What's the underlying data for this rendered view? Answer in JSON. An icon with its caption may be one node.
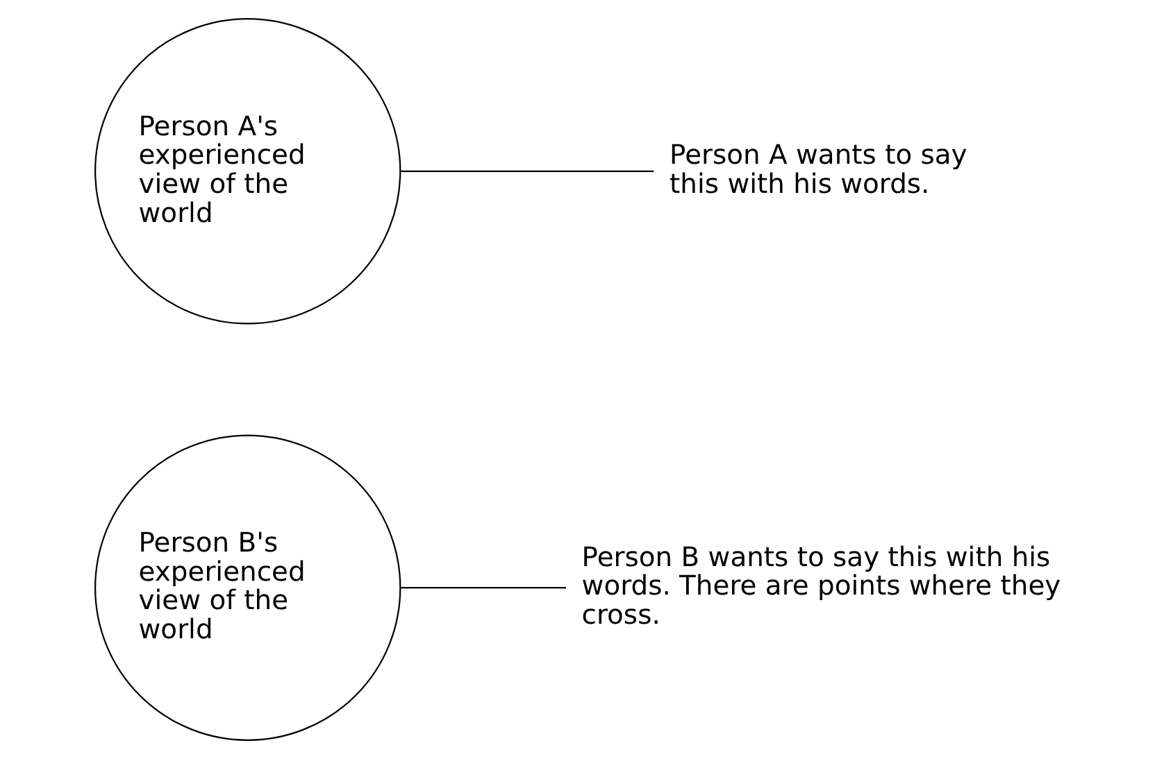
{
  "diagram": {
    "nodes": [
      {
        "text": [
          "Person B wants to say this with his words. There are points where they cross."
        ]
      },
      {
        "text": [
          "Person A's experienced view of the world"
        ]
      },
      {
        "text": [
          "Person A wants to say this with his words."
        ]
      },
      {
        "text": [
          "Person B's experienced view of the world"
        ]
      }
    ],
    "edges": [
      {
        "from": 1,
        "to": 2,
        "arrow": "none"
      },
      {
        "from": 3,
        "to": 0,
        "arrow": "none"
      }
    ]
  }
}
